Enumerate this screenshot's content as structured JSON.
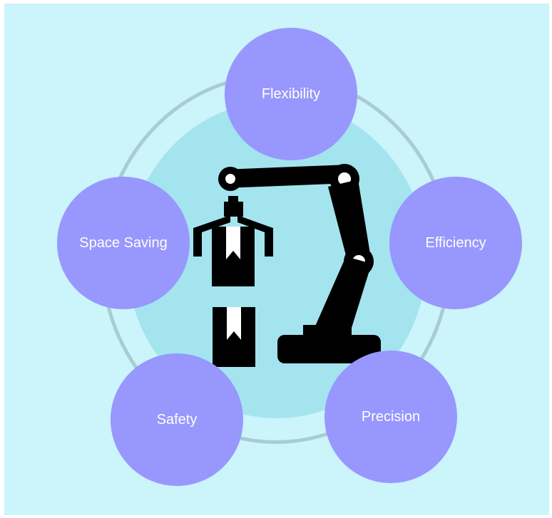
{
  "diagram": {
    "center_icon": "robotic-arm-icon",
    "colors": {
      "page_background": "#cbf4fb",
      "outer_ring": "#a8ccd2",
      "inner_disc": "#a3e4ef",
      "node_fill": "#9797fd",
      "node_text": "#ffffff",
      "icon_fill": "#000000"
    },
    "nodes": [
      {
        "label": "Flexibility"
      },
      {
        "label": "Efficiency"
      },
      {
        "label": "Precision"
      },
      {
        "label": "Safety"
      },
      {
        "label": "Space Saving"
      }
    ]
  }
}
